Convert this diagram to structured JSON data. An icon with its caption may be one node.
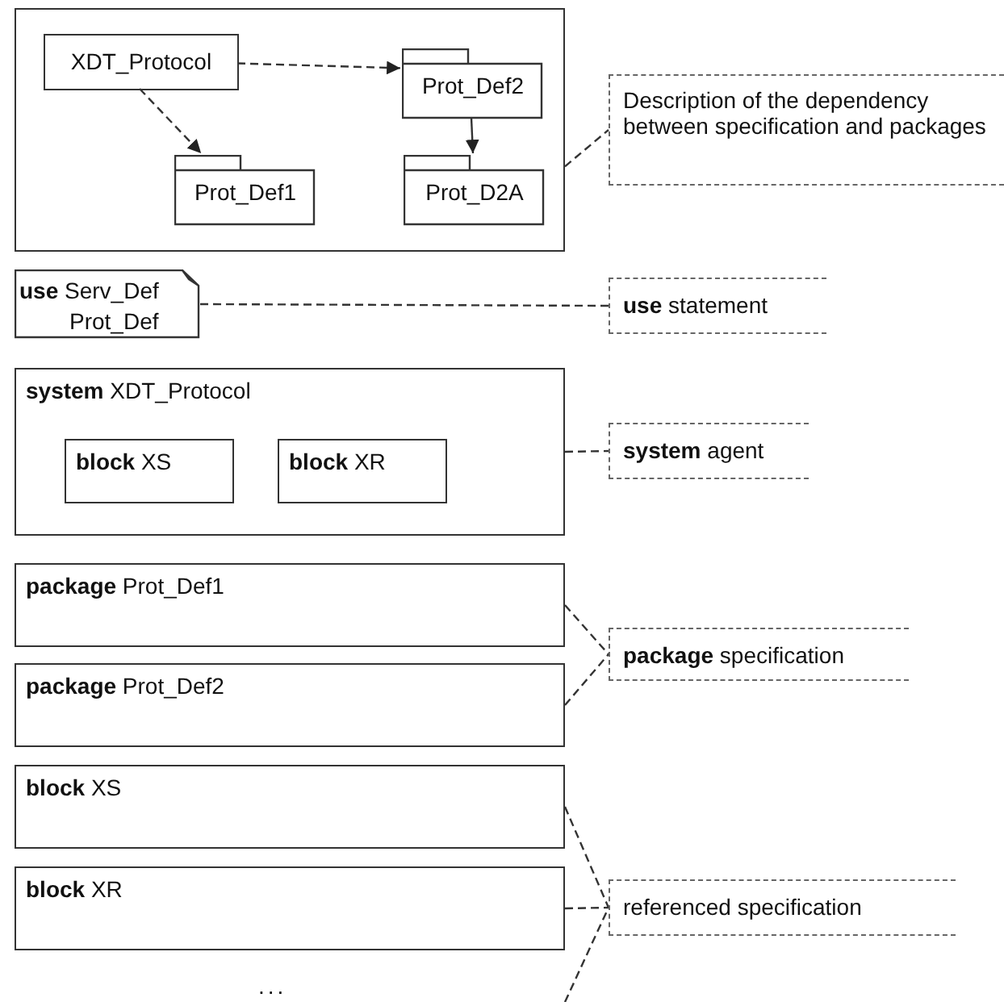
{
  "diagram": {
    "nodes": [
      {
        "text": [],
        "shape": "box"
      },
      {
        "text": [
          "XDT_Protocol"
        ],
        "in": 0
      },
      {
        "text": [
          "Prot_Def2"
        ],
        "in": 0
      },
      {
        "text": [
          "Prot_Def1"
        ],
        "in": 0
      },
      {
        "text": [
          "Prot_D2A"
        ],
        "in": 0
      },
      {
        "text": [
          "Description of the dependency between specification and packages"
        ]
      },
      {
        "text": [
          "**use** Serv_Def Prot_Def"
        ]
      },
      {
        "text": [
          "**use** statement"
        ]
      },
      {
        "text": [
          "**system** XDT_Protocol"
        ]
      },
      {
        "text": [
          "**block** XS"
        ],
        "in": 8
      },
      {
        "text": [
          "**block** XR"
        ],
        "in": 8
      },
      {
        "text": [
          "**system** agent"
        ]
      },
      {
        "text": [
          "**package** Prot_Def1"
        ]
      },
      {
        "text": [
          "**package** Prot_Def2"
        ]
      },
      {
        "text": [
          "**package** specification"
        ]
      },
      {
        "text": [
          "**block** XS"
        ]
      },
      {
        "text": [
          "**block** XR"
        ]
      },
      {
        "text": [
          "referenced specification"
        ]
      }
    ],
    "edges": [
      {
        "from": 1,
        "to": 2,
        "arrow": "to",
        "style": "dashed"
      },
      {
        "from": 1,
        "to": 3,
        "arrow": "to",
        "style": "dashed"
      },
      {
        "from": 2,
        "to": 4,
        "arrow": "to"
      },
      {
        "from": 0,
        "to": 5,
        "arrow": "none",
        "style": "dashed"
      },
      {
        "from": 6,
        "to": 7,
        "arrow": "none",
        "style": "dashed"
      },
      {
        "from": 8,
        "to": 11,
        "arrow": "none",
        "style": "dashed"
      },
      {
        "from": 12,
        "to": 14,
        "arrow": "none",
        "style": "dashed"
      },
      {
        "from": 13,
        "to": 14,
        "arrow": "none",
        "style": "dashed"
      },
      {
        "from": 15,
        "to": 17,
        "arrow": "none",
        "style": "dashed"
      },
      {
        "from": 16,
        "to": 17,
        "arrow": "none",
        "style": "dashed"
      },
      {
        "from": null,
        "to": 17,
        "arrow": "none",
        "style": "dashed"
      }
    ],
    "labels": [
      "..."
    ]
  }
}
